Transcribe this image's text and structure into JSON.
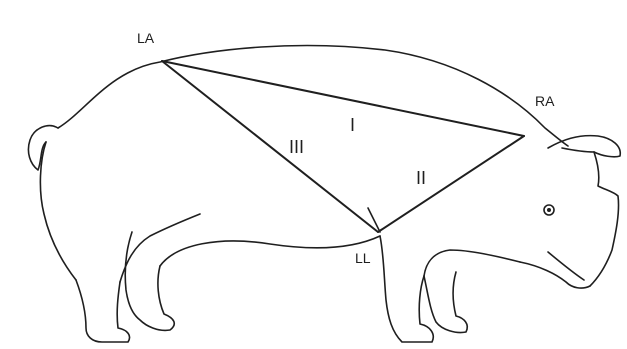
{
  "electrodes": {
    "la": "LA",
    "ra": "RA",
    "ll": "LL"
  },
  "leads": {
    "lead_1": "I",
    "lead_2": "II",
    "lead_3": "III"
  },
  "colors": {
    "line": "#1f1f1f",
    "background": "#ffffff"
  }
}
